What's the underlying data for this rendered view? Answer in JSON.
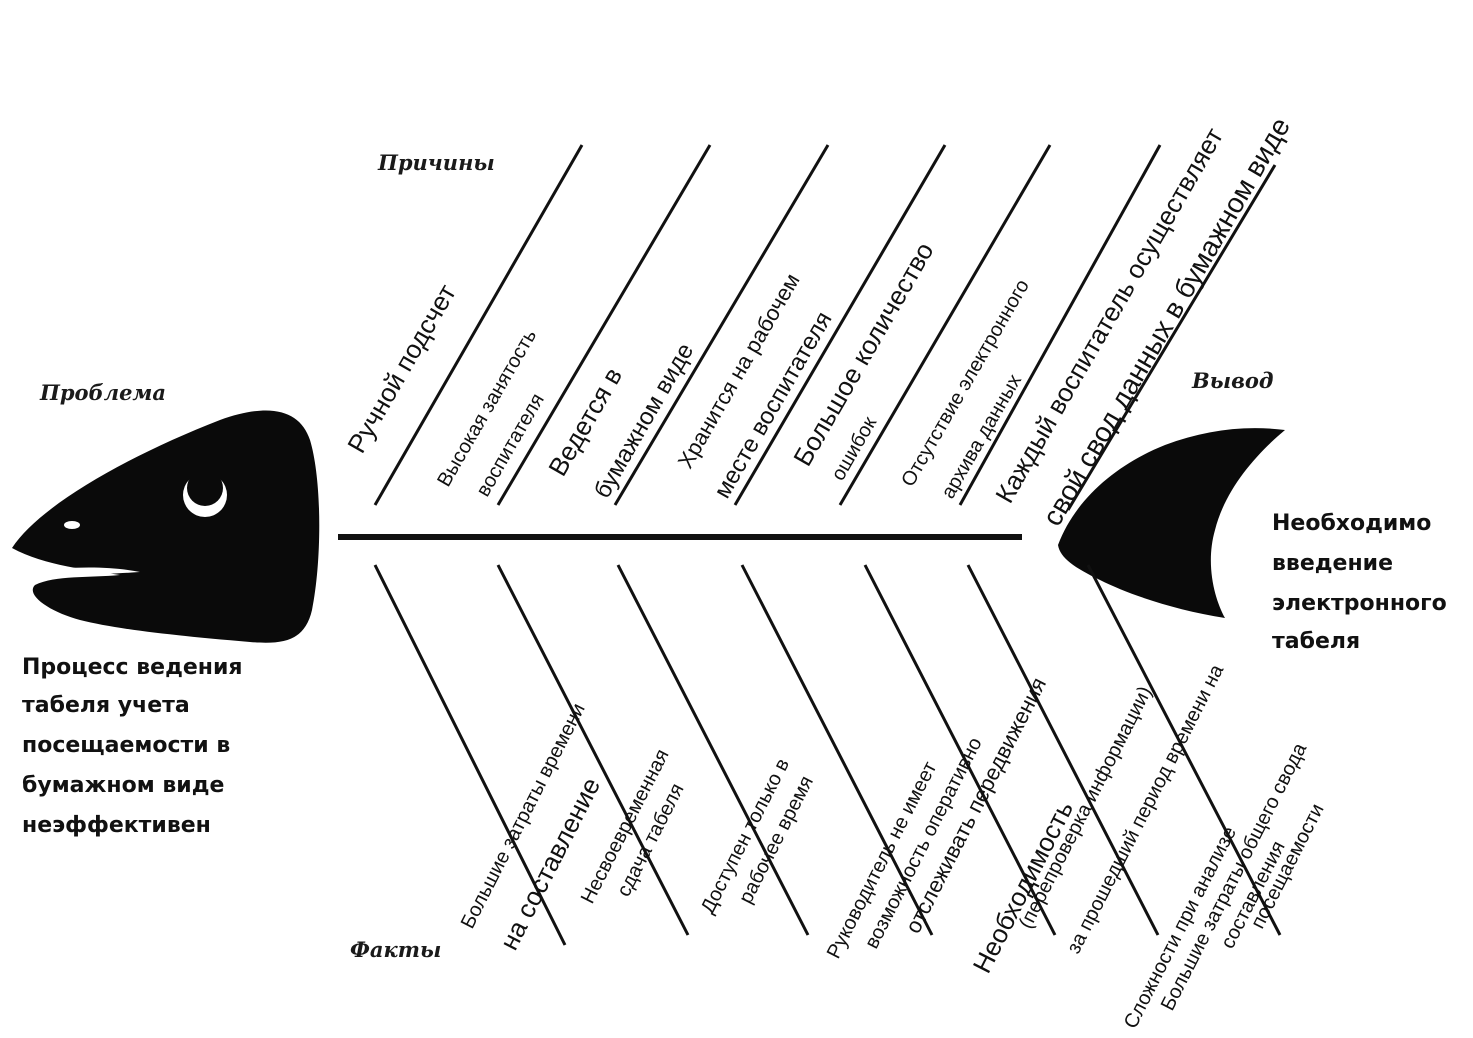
{
  "labels": {
    "problem": "Проблема",
    "causes": "Причины",
    "conclusion": "Вывод",
    "facts": "Факты"
  },
  "problem_text": [
    "Процесс ведения",
    "табеля учета",
    "посещаемости в",
    "бумажном виде",
    "неэффективен"
  ],
  "conclusion_text": [
    "Необходимо",
    "введение",
    "электронного",
    "табеля"
  ],
  "causes": [
    {
      "lines": [
        "Ручной подсчет"
      ]
    },
    {
      "lines": [
        "Высокая занятость",
        "воспитателя"
      ]
    },
    {
      "lines": [
        "Ведется в",
        "бумажном виде"
      ]
    },
    {
      "lines": [
        "Хранится на рабочем",
        "месте воспитателя"
      ]
    },
    {
      "lines": [
        "Большое количество",
        "ошибок"
      ]
    },
    {
      "lines": [
        "Отсутствие электронного",
        "архива данных"
      ]
    },
    {
      "lines": [
        "Каждый воспитатель осуществляет",
        "свой свод данных в бумажном виде"
      ]
    }
  ],
  "facts": [
    {
      "lines": [
        "Большие затраты времени",
        "на составление"
      ]
    },
    {
      "lines": [
        "Несвоевременная",
        "сдача табеля"
      ]
    },
    {
      "lines": [
        "Доступен только в",
        "рабочее время"
      ]
    },
    {
      "lines": [
        "Руководитель не имеет",
        "возможность оперативно"
      ]
    },
    {
      "lines": [
        "отслеживать передвижения",
        "Необходимость"
      ]
    },
    {
      "lines": [
        "(перепроверка информации)",
        "Сложности при анализе"
      ]
    },
    {
      "lines": [
        "за прошедший период времени на",
        "Большие затраты общего свода"
      ]
    },
    {
      "lines": [
        "составления",
        "посещаемости"
      ]
    }
  ]
}
